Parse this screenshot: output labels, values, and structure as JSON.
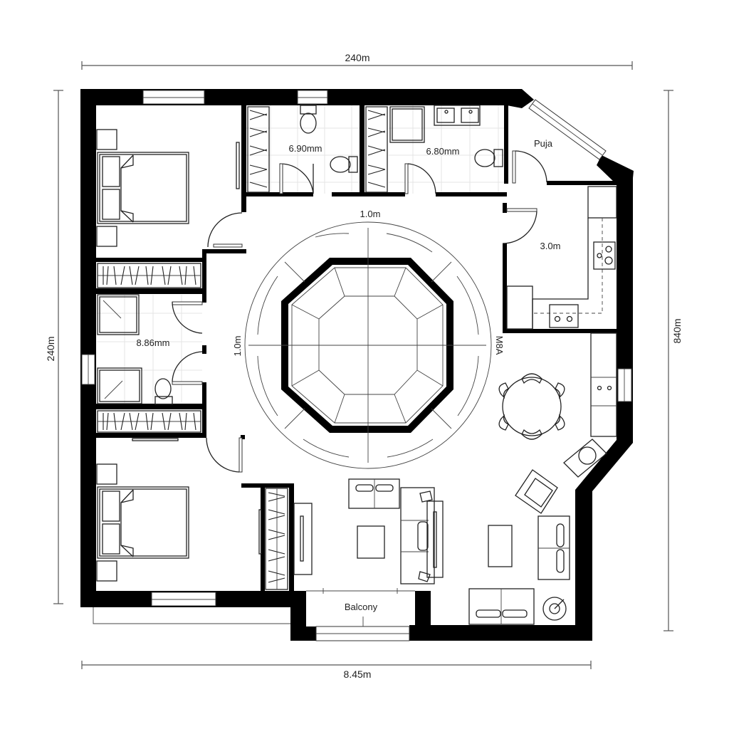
{
  "plan": {
    "dimensions": {
      "top": "240m",
      "bottom": "8.45m",
      "left": "240m",
      "right": "840m"
    },
    "rooms": {
      "bath1": "6.90mm",
      "bath2": "6.80mm",
      "puja": "Puja",
      "kitchen": "3.0m",
      "bath3": "8.86mm",
      "balcony": "Balcony",
      "foyer_top": "1.0m",
      "foyer_left": "1.0m",
      "foyer_right": "M8A"
    },
    "colors": {
      "wall": "#000000",
      "line": "#222222",
      "tile_grid": "#e4e4e4",
      "background": "#ffffff"
    }
  }
}
